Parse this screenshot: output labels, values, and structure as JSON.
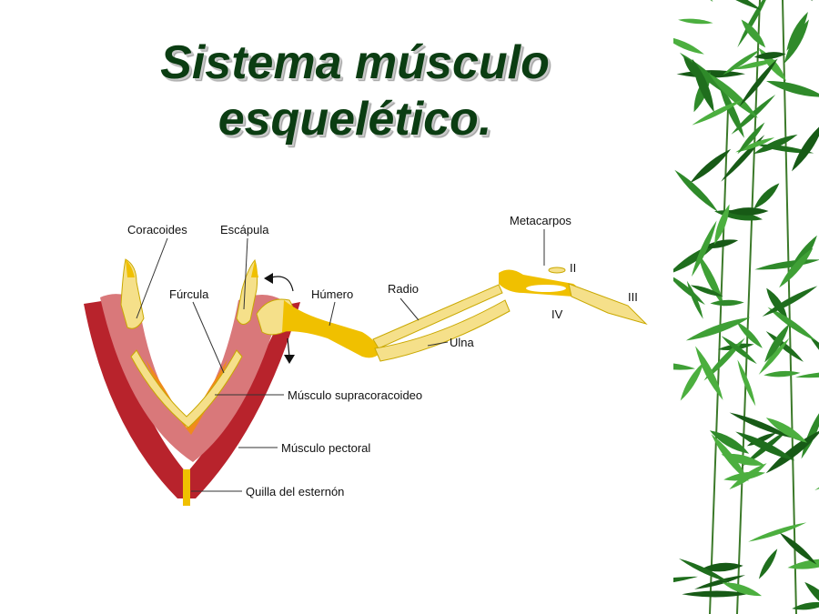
{
  "slide": {
    "title_line1": "Sistema músculo",
    "title_line2": "esquelético."
  },
  "diagram": {
    "labels": {
      "coracoides": "Coracoides",
      "escapula": "Escápula",
      "furcula": "Fúrcula",
      "humero": "Húmero",
      "radio": "Radio",
      "ulna": "Ulna",
      "metacarpos": "Metacarpos",
      "digit_ii": "II",
      "digit_iii": "III",
      "digit_iv": "IV",
      "musculo_supracoracoideo": "Músculo supracoracoideo",
      "musculo_pectoral": "Músculo pectoral",
      "quilla": "Quilla del esternón"
    }
  },
  "colors": {
    "title": "#0b3d12",
    "pectoral_muscle": "#b8232c",
    "inner_muscle": "#d9787a",
    "bone": "#f5e08a",
    "bone_dark": "#f0c000",
    "supracoracoideo": "#f08a1c",
    "bamboo_leaf": "#2f8a2a"
  }
}
